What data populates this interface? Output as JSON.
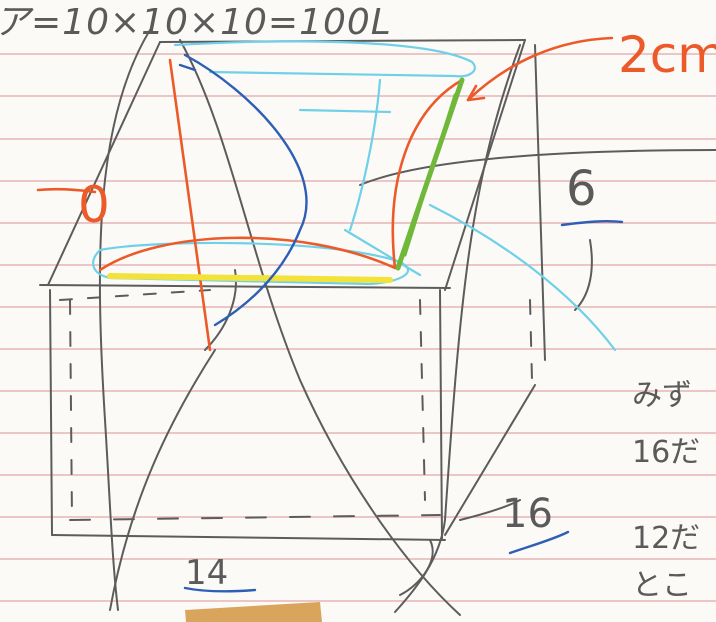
{
  "notes": {
    "formula": "ア=10×10×10=100L",
    "label_2cm": "2cm",
    "label_0": "0",
    "label_6": "6",
    "label_16": "16",
    "label_14": "14",
    "side_text_1": "みず",
    "side_text_2": "16だ",
    "side_text_3": "12だ",
    "side_text_4": "とこ"
  },
  "colors": {
    "paper": "#fbfaf7",
    "rule_line": "#e3a6a6",
    "pencil": "#5c5c5c",
    "red_pencil": "#ec5a2a",
    "blue_pencil": "#2e5fb5",
    "cyan_pencil": "#6fd0e8",
    "green_pencil": "#6fb83a",
    "yellow_pencil": "#f2e23a"
  }
}
